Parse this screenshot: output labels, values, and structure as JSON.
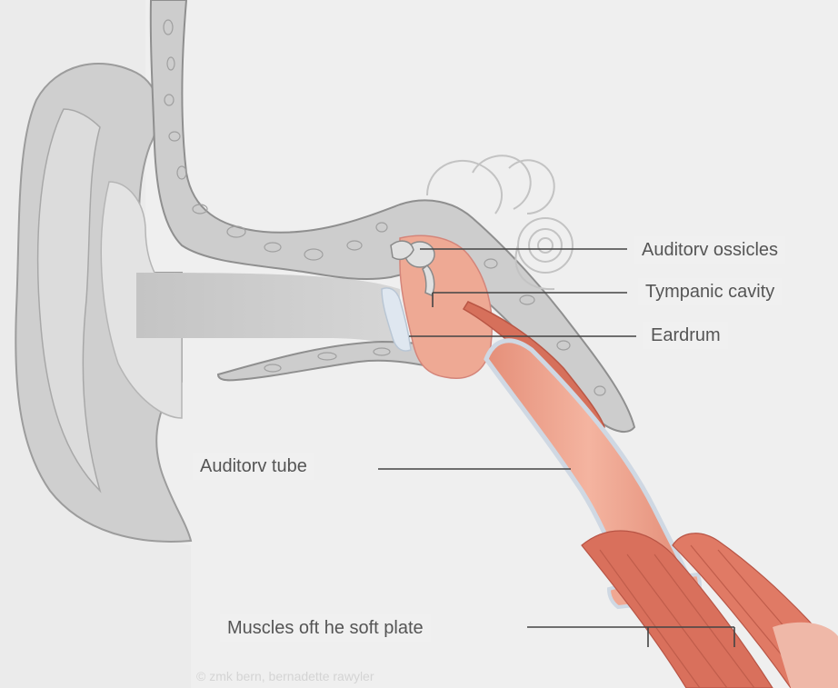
{
  "labels": {
    "ossicles": "Auditorv ossicles",
    "tympanic": "Tympanic cavity",
    "eardrum": "Eardrum",
    "tube": "Auditorv tube",
    "muscles": "Muscles oft he soft plate"
  },
  "credit": "© zmk bern, bernadette rawyler",
  "colors": {
    "background": "#ebebeb",
    "bone": "#c9c9c9",
    "cartilage": "#d9d9d9",
    "tissue": "#eba48f",
    "muscle": "#d66a55",
    "membrane": "#dfe7f0",
    "leader": "#444444"
  }
}
